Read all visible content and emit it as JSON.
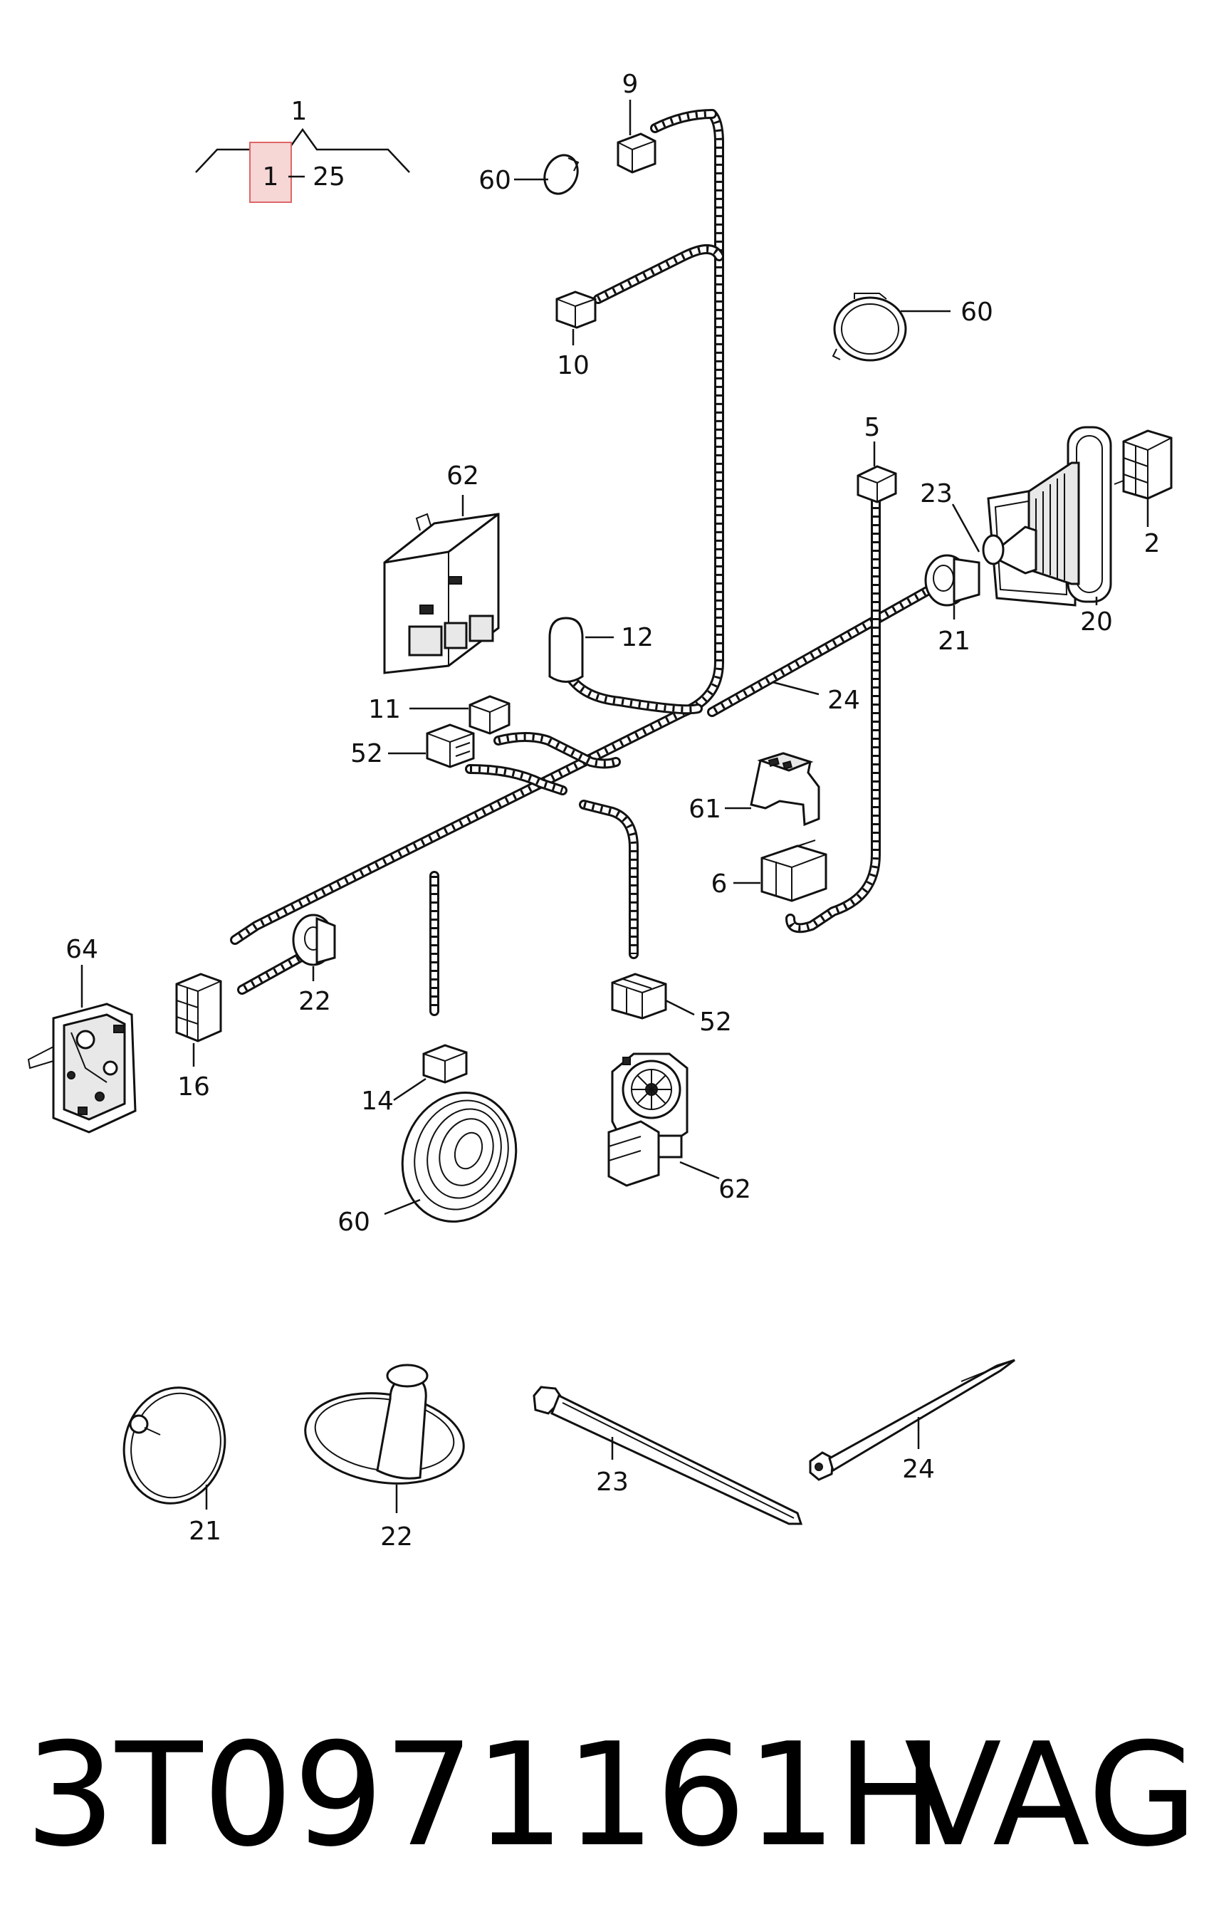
{
  "range_header": {
    "group": "1",
    "first": "1",
    "last": "25"
  },
  "callouts": {
    "c9": "9",
    "c60_top": "60",
    "c10": "10",
    "c60_ring": "60",
    "c62_module": "62",
    "c12": "12",
    "c5": "5",
    "c23_top": "23",
    "c2": "2",
    "c21_top": "21",
    "c20": "20",
    "c24_top": "24",
    "c11": "11",
    "c52_top": "52",
    "c61": "61",
    "c6": "6",
    "c64": "64",
    "c22_top": "22",
    "c16": "16",
    "c52_bottom": "52",
    "c14": "14",
    "c60_speaker": "60",
    "c62_motor": "62",
    "c21_bottom": "21",
    "c22_bottom": "22",
    "c23_bottom": "23",
    "c24_bottom": "24"
  },
  "caption": {
    "part_number": "3T0971161H",
    "brand": "VAG"
  }
}
